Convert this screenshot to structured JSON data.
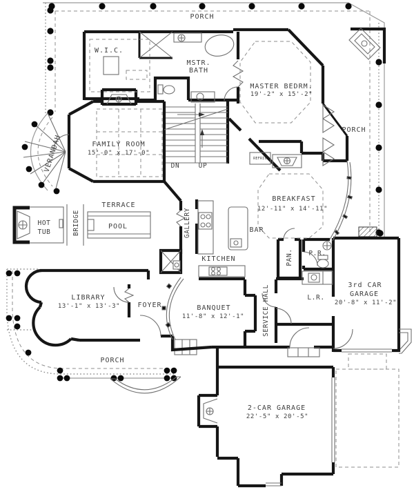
{
  "title": "House floor plan - first floor",
  "colors": {
    "wall": "#161616",
    "thin_line": "#6f6f6f",
    "porch_line": "#8d8d8d",
    "text": "#3d3d3d",
    "background": "#ffffff"
  },
  "labels": {
    "porch_top": "PORCH",
    "porch_right": "PORCH",
    "porch_bottom": "PORCH",
    "wic": "W.I.C.",
    "mstr_bath_1": "MSTR.",
    "mstr_bath_2": "BATH",
    "master_name": "MASTER BEDRM.",
    "master_dims": "19'-2\" x 15'-2\"",
    "family_name": "FAMILY ROOM",
    "family_dims": "15'-0\" x 17'-0\"",
    "verandah": "VERANDAH",
    "dn": "DN",
    "up": "UP",
    "refrig": "REFRIG",
    "breakfast_name": "BREAKFAST",
    "breakfast_dims": "12'-11\" x 14'-11\"",
    "terrace": "TERRACE",
    "pool": "POOL",
    "hot_tub_1": "HOT",
    "hot_tub_2": "TUB",
    "bridge": "BRIDGE",
    "gallery": "GALLERY",
    "bar": "BAR",
    "kitchen": "KITCHEN",
    "pantry": "PAN.",
    "powder_room": "P.R.",
    "garage3_1": "3rd CAR",
    "garage3_2": "GARAGE",
    "garage3_dims": "20'-8\" x 11'-2\"",
    "library_name": "LIBRARY",
    "library_dims": "13'-1\" x 13'-3\"",
    "foyer": "FOYER",
    "banquet_name": "BANQUET",
    "banquet_dims": "11'-8\" x 12'-1\"",
    "service_hall": "SERVICE HALL",
    "laundry": "L.R.",
    "garage2_name": "2-CAR GARAGE",
    "garage2_dims": "22'-5\" x 20'-5\""
  }
}
